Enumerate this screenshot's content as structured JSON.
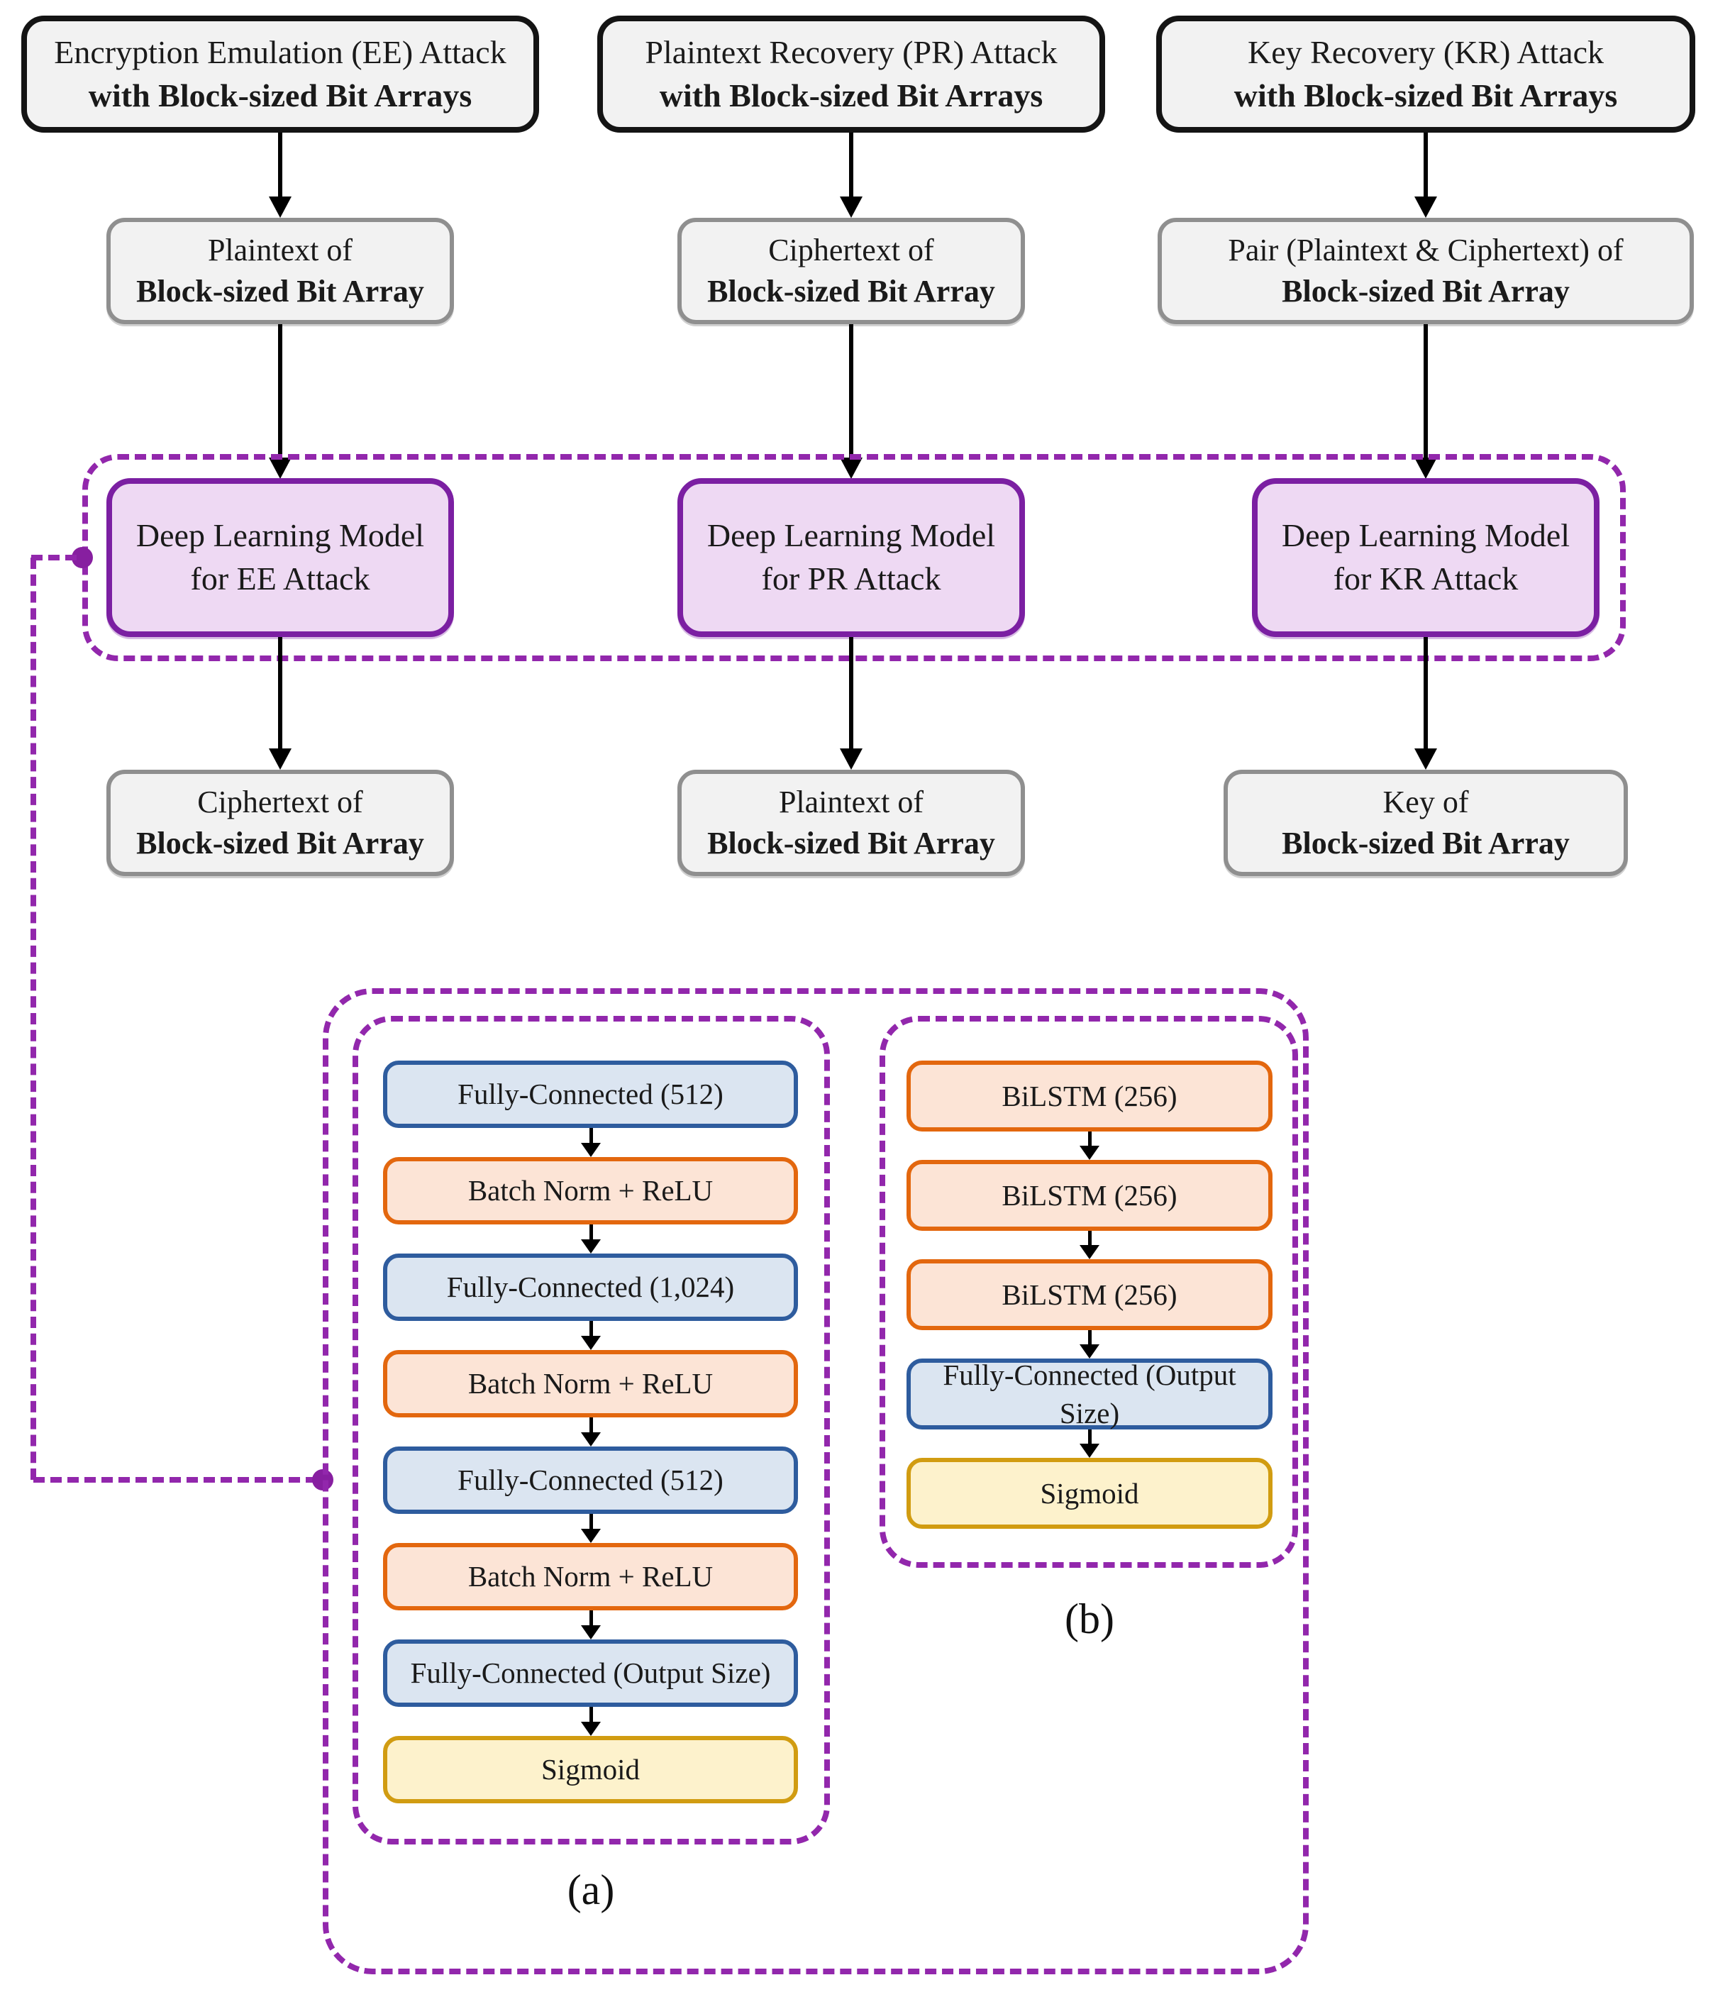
{
  "diagram": {
    "columns": [
      {
        "id": "ee",
        "attack": {
          "line1": "Encryption Emulation (EE) Attack",
          "line2": "with Block-sized Bit Arrays"
        },
        "input": {
          "line1": "Plaintext of",
          "line2": "Block-sized Bit Array"
        },
        "model": {
          "line1": "Deep Learning Model",
          "line2": "for EE Attack"
        },
        "output": {
          "line1": "Ciphertext of",
          "line2": "Block-sized Bit Array"
        }
      },
      {
        "id": "pr",
        "attack": {
          "line1": "Plaintext Recovery (PR) Attack",
          "line2": "with Block-sized Bit Arrays"
        },
        "input": {
          "line1": "Ciphertext of",
          "line2": "Block-sized Bit Array"
        },
        "model": {
          "line1": "Deep Learning Model",
          "line2": "for PR Attack"
        },
        "output": {
          "line1": "Plaintext of",
          "line2": "Block-sized Bit Array"
        }
      },
      {
        "id": "kr",
        "attack": {
          "line1": "Key Recovery (KR) Attack",
          "line2": "with Block-sized Bit Arrays"
        },
        "input": {
          "line1": "Pair (Plaintext & Ciphertext) of",
          "line2": "Block-sized Bit Array"
        },
        "model": {
          "line1": "Deep Learning Model",
          "line2": "for KR Attack"
        },
        "output": {
          "line1": "Key of",
          "line2": "Block-sized Bit Array"
        }
      }
    ],
    "architectures": [
      {
        "label": "(a)",
        "layers": [
          {
            "text": "Fully-Connected (512)",
            "type": "fully-connected"
          },
          {
            "text": "Batch Norm + ReLU",
            "type": "batch-norm-relu"
          },
          {
            "text": "Fully-Connected (1,024)",
            "type": "fully-connected"
          },
          {
            "text": "Batch Norm + ReLU",
            "type": "batch-norm-relu"
          },
          {
            "text": "Fully-Connected (512)",
            "type": "fully-connected"
          },
          {
            "text": "Batch Norm + ReLU",
            "type": "batch-norm-relu"
          },
          {
            "text": "Fully-Connected (Output Size)",
            "type": "fully-connected"
          },
          {
            "text": "Sigmoid",
            "type": "sigmoid"
          }
        ]
      },
      {
        "label": "(b)",
        "layers": [
          {
            "text": "BiLSTM (256)",
            "type": "bilstm"
          },
          {
            "text": "BiLSTM (256)",
            "type": "bilstm"
          },
          {
            "text": "BiLSTM (256)",
            "type": "bilstm"
          },
          {
            "text": "Fully-Connected (Output Size)",
            "type": "fully-connected"
          },
          {
            "text": "Sigmoid",
            "type": "sigmoid"
          }
        ]
      }
    ],
    "colors": {
      "accent_purple_dashed": "#9227ac",
      "model_border": "#7b1fa2",
      "model_fill": "#eed9f3",
      "fc_fill": "#dbe5f1",
      "fc_border": "#2e5c9e",
      "recurrent_fill": "#fce4d6",
      "recurrent_border": "#e3670e",
      "sigmoid_fill": "#fdf2cc",
      "sigmoid_border": "#d19c11",
      "neutral_fill": "#f2f2f2",
      "black_border": "#141414"
    }
  }
}
